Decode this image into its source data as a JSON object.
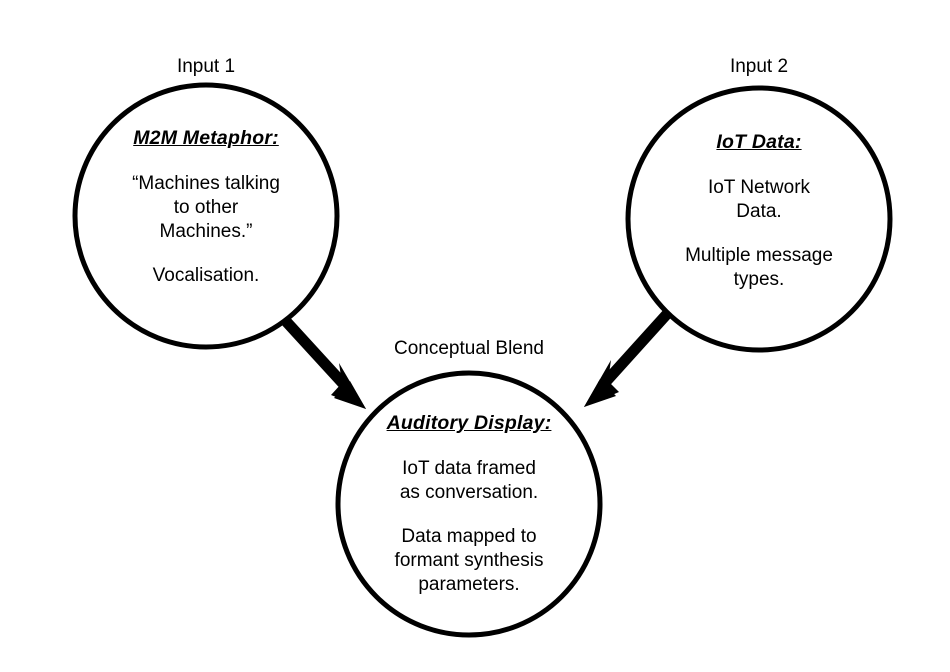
{
  "diagram": {
    "type": "conceptual-blend",
    "background_color": "#ffffff",
    "stroke_color": "#000000",
    "nodes": [
      {
        "id": "input-1",
        "outside_label": "Input 1",
        "heading": "M2M Metaphor:",
        "body_1": "“Machines talking\nto other\nMachines.”",
        "body_2": "Vocalisation."
      },
      {
        "id": "input-2",
        "outside_label": "Input 2",
        "heading": "IoT Data:",
        "body_1": "IoT Network\nData.",
        "body_2": "Multiple message\ntypes."
      },
      {
        "id": "blend",
        "outside_label": "Conceptual Blend",
        "heading": "Auditory Display:",
        "body_1": "IoT data framed\nas conversation.",
        "body_2": "Data mapped to\nformant synthesis\nparameters."
      }
    ],
    "arrows": [
      {
        "id": "arrow-input1-to-blend",
        "from": "input-1",
        "to": "blend",
        "direction": "down-right"
      },
      {
        "id": "arrow-input2-to-blend",
        "from": "input-2",
        "to": "blend",
        "direction": "down-left"
      }
    ]
  }
}
